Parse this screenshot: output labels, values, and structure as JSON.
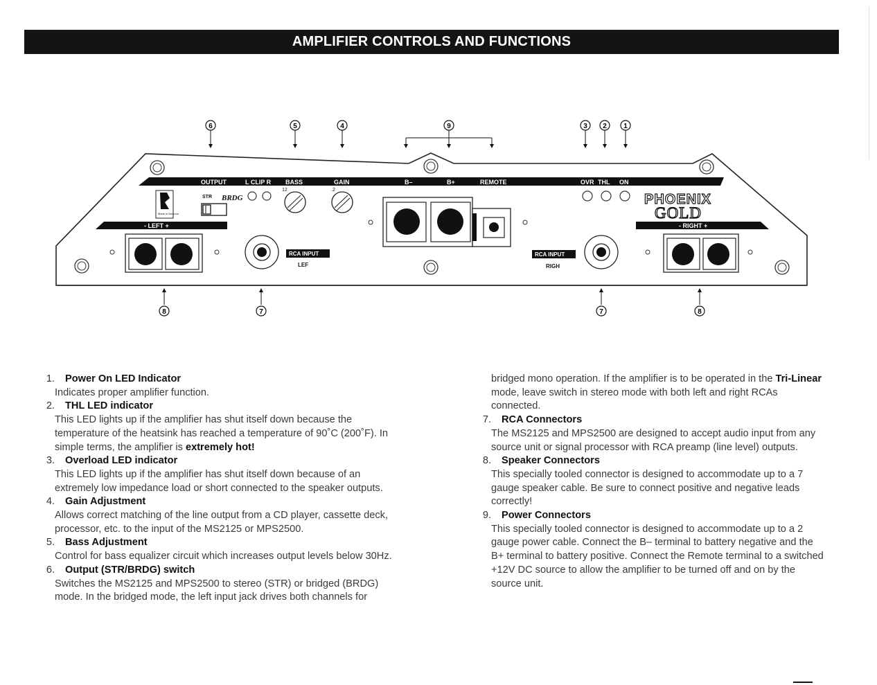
{
  "title": "AMPLIFIER CONTROLS  AND FUNCTIONS",
  "panel": {
    "labels": {
      "output": "OUTPUT",
      "l_clip_r": "L CLIP R",
      "bass": "BASS",
      "gain": "GAIN",
      "b_minus": "B–",
      "b_plus": "B+",
      "remote": "REMOTE",
      "ovr": "OVR",
      "thl": "THL",
      "on": "ON",
      "str": "STR",
      "brdg": "BRDG",
      "left": "-  LEFT  +",
      "right": "-  RIGHT  +",
      "rca_input": "RCA INPUT",
      "lef": "LEF",
      "righ": "RIGH",
      "bass_scale": "12",
      "gain_scale": ".2",
      "brand_top": "PHOENIX",
      "brand_bottom": "GOLD",
      "made_in": "Made in America"
    },
    "callouts_top": [
      "6",
      "5",
      "4",
      "9",
      "3",
      "2",
      "1"
    ],
    "callouts_bottom": [
      "8",
      "7",
      "7",
      "8"
    ]
  },
  "items_left": [
    {
      "num": "1.",
      "title": "Power On LED Indicator",
      "lines": [
        "Indicates proper amplifier function."
      ]
    },
    {
      "num": "2.",
      "title": "THL LED indicator",
      "lines": [
        "This LED lights up if the amplifier has shut itself down because the",
        "temperature of the heatsink has reached a temperature of 90˚C (200˚F). In"
      ],
      "last_pre": "simple terms, the amplifier is ",
      "last_bold": "extremely hot!"
    },
    {
      "num": "3.",
      "title": "Overload LED indicator",
      "lines": [
        "This LED lights up if the amplifier has shut itself down because of an",
        "extremely low impedance load or short connected to the speaker outputs."
      ]
    },
    {
      "num": "4.",
      "title": "Gain Adjustment",
      "lines": [
        "Allows correct matching of the line output from a CD player, cassette deck,",
        "processor, etc. to the input of the MS2125 or MPS2500."
      ]
    },
    {
      "num": "5.",
      "title": "Bass Adjustment",
      "lines": [
        "Control for bass equalizer circuit which increases output levels below 30Hz."
      ]
    },
    {
      "num": "6.",
      "title": "Output (STR/BRDG) switch",
      "lines": [
        "Switches the MS2125 and MPS2500 to stereo (STR) or bridged (BRDG)",
        "mode. In the bridged mode, the left input jack drives both channels for"
      ]
    }
  ],
  "item6_cont": {
    "pre": "bridged mono operation. If the amplifier is to be operated in the ",
    "bold": "Tri-Linear",
    "lines": [
      "mode, leave switch in stereo mode with both left and right RCAs",
      "connected."
    ]
  },
  "items_right": [
    {
      "num": "7.",
      "title": "RCA Connectors",
      "lines": [
        "The MS2125 and MPS2500 are designed to accept audio input from any",
        "source unit or signal processor with RCA preamp (line level) outputs."
      ]
    },
    {
      "num": "8.",
      "title": "Speaker Connectors",
      "lines": [
        "This specially tooled connector is designed to accommodate up to a 7",
        "gauge speaker cable. Be sure to connect positive and negative leads",
        "correctly!"
      ]
    },
    {
      "num": "9.",
      "title": "Power Connectors",
      "lines": [
        "This specially tooled connector is designed to accommodate up to a 2",
        "gauge power cable. Connect the B– terminal to battery negative and the",
        "B+ terminal to battery positive. Connect the Remote terminal to a switched",
        "+12V DC source to allow the amplifier to be turned off and on by the",
        "source unit."
      ]
    }
  ]
}
